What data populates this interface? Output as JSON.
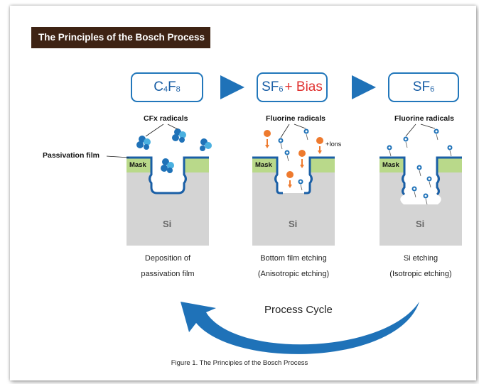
{
  "title": "The Principles of the Bosch Process",
  "steps": [
    {
      "gas_main": "C",
      "gas_sub1": "4",
      "gas_main2": "F",
      "gas_sub2": "8",
      "gas_extra": "",
      "radicals": "CFx radicals",
      "caption_line1": "Deposition of",
      "caption_line2": "passivation film"
    },
    {
      "gas_main": "SF",
      "gas_sub1": "6",
      "gas_main2": "",
      "gas_sub2": "",
      "gas_extra": "+ Bias",
      "radicals": "Fluorine radicals",
      "caption_line1": "Bottom film etching",
      "caption_line2": "(Anisotropic etching)"
    },
    {
      "gas_main": "SF",
      "gas_sub1": "6",
      "gas_main2": "",
      "gas_sub2": "",
      "gas_extra": "",
      "radicals": "Fluorine radicals",
      "caption_line1": "Si etching",
      "caption_line2": "(Isotropic etching)"
    }
  ],
  "labels": {
    "passivation_film": "Passivation film",
    "mask": "Mask",
    "si": "Si",
    "ions": "+Ions"
  },
  "cycle_label": "Process Cycle",
  "figure_caption": "Figure 1. The Principles of the Bosch Process",
  "colors": {
    "title_bg": "#3e2314",
    "accent_blue": "#2277bb",
    "arrow_blue": "#1f72b8",
    "mask_green": "#b9d98a",
    "si_gray": "#d4d4d4",
    "ion_orange": "#ee7a2e",
    "bias_red": "#e0312f"
  }
}
